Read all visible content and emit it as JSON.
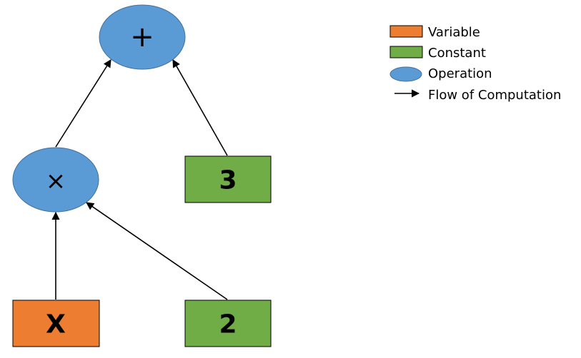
{
  "colors": {
    "variable": "#ED7D31",
    "constant": "#70AD47",
    "operation": "#5B9BD5",
    "stroke_box": "#000000",
    "stroke_op": "#41719C",
    "edge": "#000000"
  },
  "nodes": {
    "plus": {
      "type": "operation",
      "label": "+"
    },
    "times": {
      "type": "operation",
      "label": "×"
    },
    "three": {
      "type": "constant",
      "label": "3"
    },
    "x": {
      "type": "variable",
      "label": "X"
    },
    "two": {
      "type": "constant",
      "label": "2"
    }
  },
  "edges": [
    {
      "from": "times",
      "to": "plus"
    },
    {
      "from": "three",
      "to": "plus"
    },
    {
      "from": "x",
      "to": "times"
    },
    {
      "from": "two",
      "to": "times"
    }
  ],
  "legend": {
    "variable": "Variable",
    "constant": "Constant",
    "operation": "Operation",
    "flow": "Flow of Computation"
  }
}
